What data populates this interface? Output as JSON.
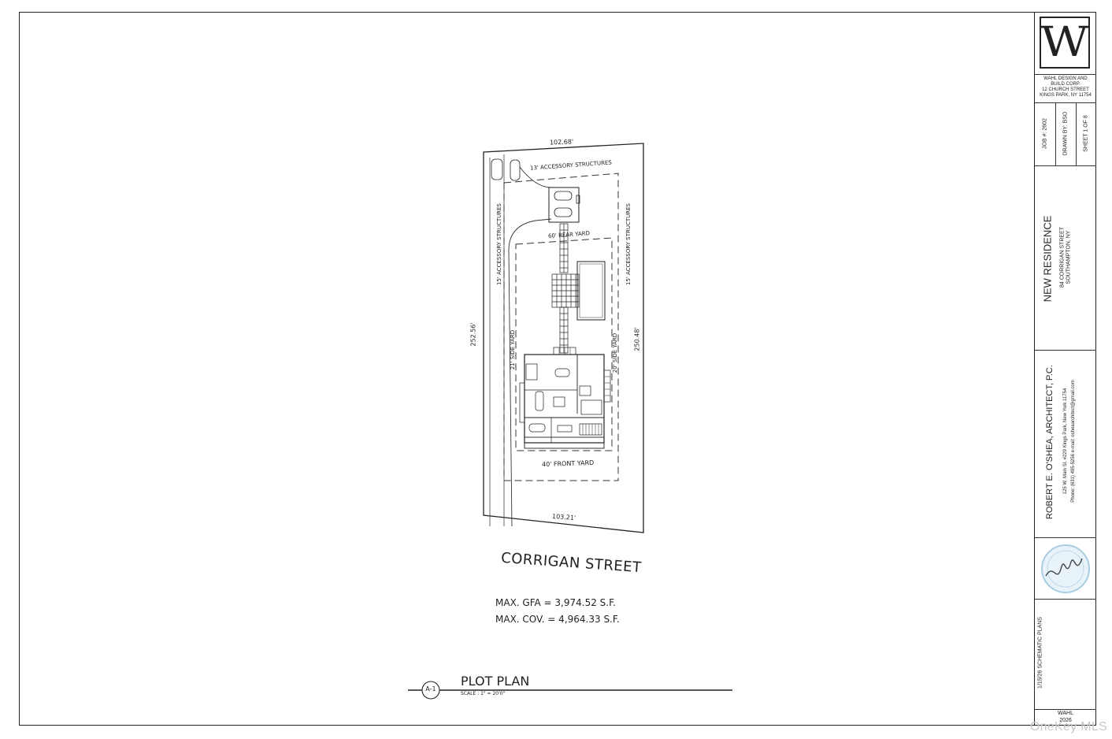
{
  "street_name": "CORRIGAN STREET",
  "zoning": {
    "max_gfa": "MAX. GFA = 3,974.52 S.F.",
    "max_cov": "MAX. COV. = 4,964.33 S.F."
  },
  "plan_title": {
    "title": "PLOT PLAN",
    "scale": "SCALE : 1\" = 20'0\"",
    "sheet_ref": "A-1"
  },
  "lot": {
    "top_dim": "102.68'",
    "bottom_dim": "103.21'",
    "left_dim": "252.56'",
    "right_dim": "250.48'"
  },
  "setbacks": {
    "accessory_top": "13' ACCESSORY STRUCTURES",
    "accessory_left": "15' ACCESSORY STRUCTURES",
    "accessory_right": "15' ACCESSORY STRUCTURES",
    "rear_yard": "60' REAR YARD",
    "side_left": "21' SIDE YARD",
    "side_right": "20' SIDE YARD",
    "front_yard": "40' FRONT YARD"
  },
  "title_block": {
    "logo_letter": "W",
    "company": [
      "WAHL DESIGN AND",
      "BUILD CORP.",
      "12 CHURCH STREET",
      "KINGS PARK, NY 11754"
    ],
    "job": "JOB #: 2602",
    "drawn_by": "DRAWN BY: BSO",
    "sheet": "SHEET 1 OF 8",
    "project_title": "NEW RESIDENCE",
    "project_address": "84 CORRIGAN STREET",
    "project_city": "SOUTHAMPTON, NY",
    "architect_name": "ROBERT E. O'SHEA, ARCHITECT, P.C.",
    "architect_addr": "125 W. Main St. #229  Kings Park, New York 11754",
    "architect_contact": "Phone: (631) 495-5256   e-mail: osheaarchitect@gmail.com",
    "date_phase": "1/15/26 SCHEMATIC PLANS",
    "footer_company": "WAHL",
    "footer_year": "2026"
  },
  "watermark": "OneKey MLS"
}
